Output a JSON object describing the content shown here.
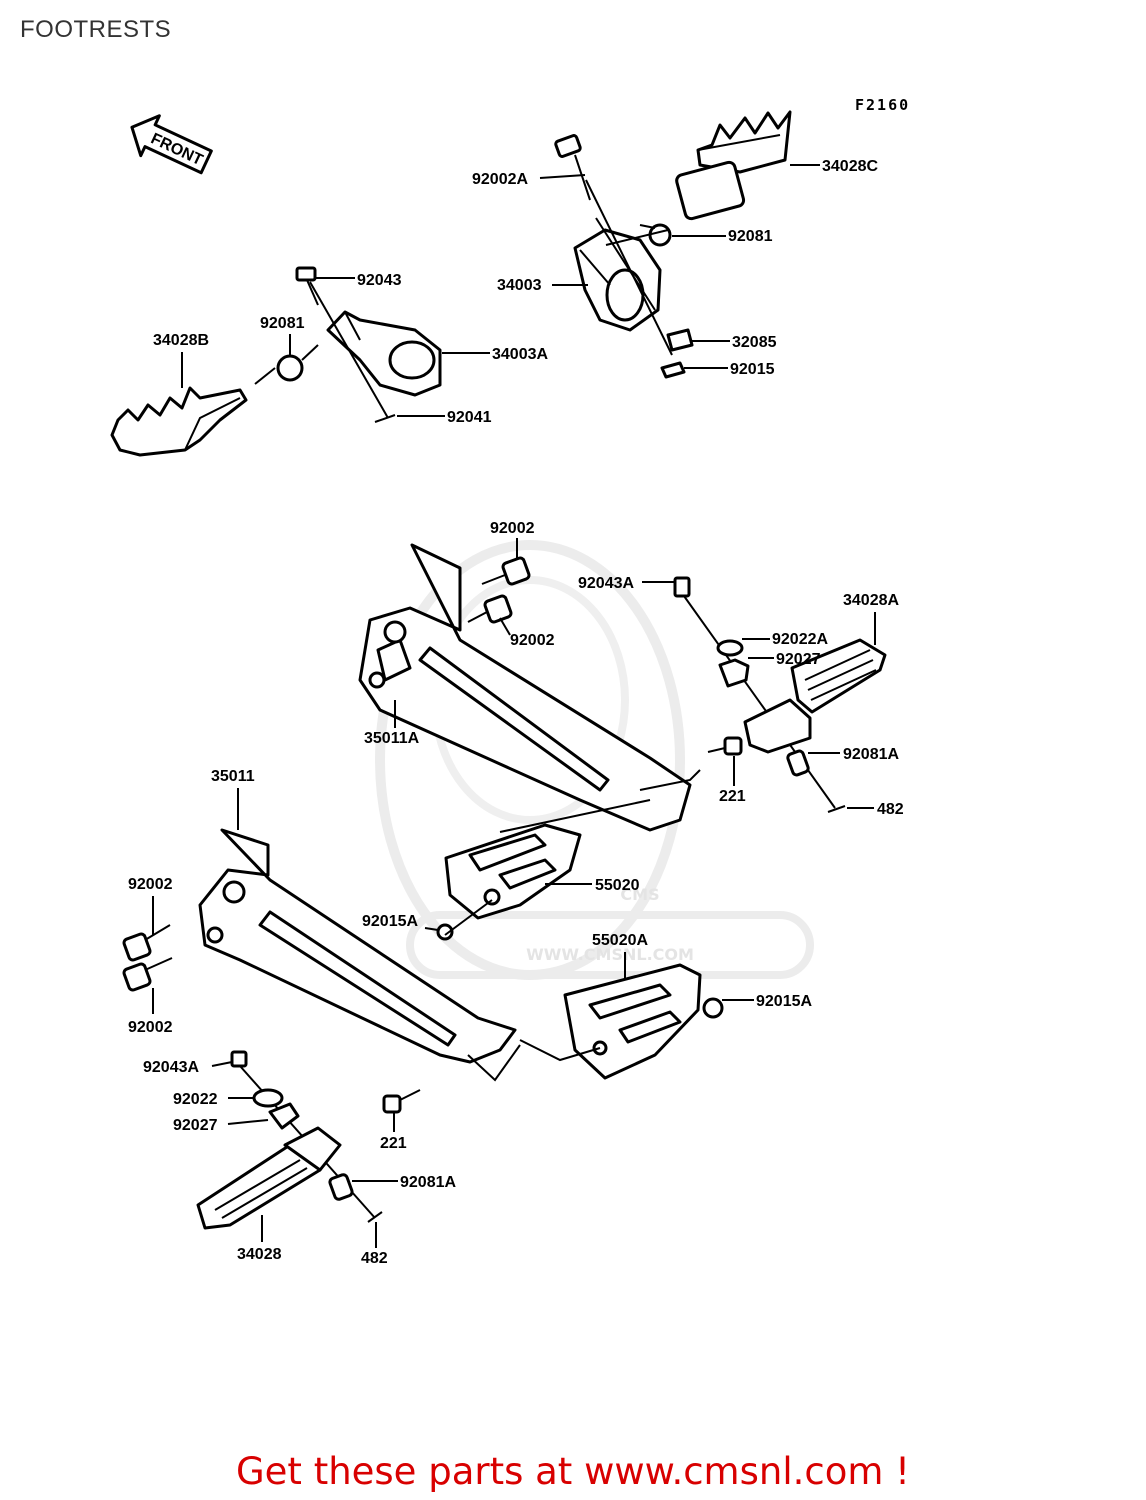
{
  "page": {
    "title": "FOOTRESTS",
    "diagram_code": "F2160",
    "front_label": "FRONT",
    "footer_text": "Get these parts at www.cmsnl.com !",
    "watermark_logo": "CMS",
    "watermark_url": "WWW.CMSNL.COM"
  },
  "labels": {
    "p92002A": "92002A",
    "p34028C": "34028C",
    "p92081_top": "92081",
    "p34003": "34003",
    "p32085": "32085",
    "p92015": "92015",
    "p92043": "92043",
    "p92081_left": "92081",
    "p34003A": "34003A",
    "p34028B": "34028B",
    "p92041": "92041",
    "p92002_a": "92002",
    "p92002_b": "92002",
    "p92043A_r": "92043A",
    "p34028A": "34028A",
    "p92022A": "92022A",
    "p92027_r": "92027",
    "p35011A": "35011A",
    "p92081A_r": "92081A",
    "p221_r": "221",
    "p482_r": "482",
    "p35011": "35011",
    "p55020": "55020",
    "p92002_c": "92002",
    "p92015A_l": "92015A",
    "p55020A": "55020A",
    "p92002_d": "92002",
    "p92015A_r": "92015A",
    "p92043A_l": "92043A",
    "p92022": "92022",
    "p92027_l": "92027",
    "p221_l": "221",
    "p92081A_l": "92081A",
    "p34028": "34028",
    "p482_l": "482"
  }
}
